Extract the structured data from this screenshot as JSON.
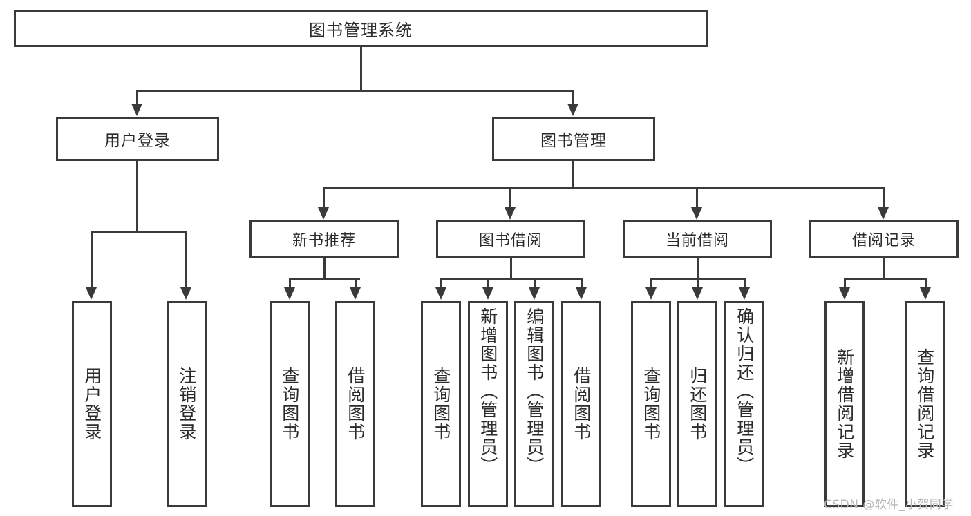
{
  "diagram": {
    "title": "图书管理系统",
    "type": "tree-hierarchy-diagram",
    "root": {
      "label": "图书管理系统"
    },
    "level1": [
      {
        "id": "user-login",
        "label": "用户登录"
      },
      {
        "id": "book-management",
        "label": "图书管理"
      }
    ],
    "level2": [
      {
        "id": "new-book-recommend",
        "label": "新书推荐",
        "parent": "book-management"
      },
      {
        "id": "book-borrow",
        "label": "图书借阅",
        "parent": "book-management"
      },
      {
        "id": "current-borrow",
        "label": "当前借阅",
        "parent": "book-management"
      },
      {
        "id": "borrow-record",
        "label": "借阅记录",
        "parent": "book-management"
      }
    ],
    "leaves": [
      {
        "id": "leaf-user-login",
        "label": "用户登录",
        "parent": "user-login"
      },
      {
        "id": "leaf-logout-login",
        "label": "注销登录",
        "parent": "user-login"
      },
      {
        "id": "leaf-query-book-1",
        "label": "查询图书",
        "parent": "new-book-recommend"
      },
      {
        "id": "leaf-borrow-book-1",
        "label": "借阅图书",
        "parent": "new-book-recommend"
      },
      {
        "id": "leaf-query-book-2",
        "label": "查询图书",
        "parent": "book-borrow"
      },
      {
        "id": "leaf-add-book",
        "label": "新增图书（管理员）",
        "parent": "book-borrow"
      },
      {
        "id": "leaf-edit-book",
        "label": "编辑图书（管理员）",
        "parent": "book-borrow"
      },
      {
        "id": "leaf-borrow-book-2",
        "label": "借阅图书",
        "parent": "book-borrow"
      },
      {
        "id": "leaf-query-book-3",
        "label": "查询图书",
        "parent": "current-borrow"
      },
      {
        "id": "leaf-return-book",
        "label": "归还图书",
        "parent": "current-borrow"
      },
      {
        "id": "leaf-confirm-return",
        "label": "确认归还（管理员）",
        "parent": "current-borrow"
      },
      {
        "id": "leaf-add-borrow-record",
        "label": "新增借阅记录",
        "parent": "borrow-record"
      },
      {
        "id": "leaf-query-borrow-record",
        "label": "查询借阅记录",
        "parent": "borrow-record"
      }
    ],
    "colors": {
      "stroke": "#3a3a3a",
      "text": "#2b2b2b",
      "background": "#ffffff",
      "watermark": "#b6b6b6"
    }
  },
  "watermark": {
    "text": "CSDN @软件_小贺同学"
  }
}
